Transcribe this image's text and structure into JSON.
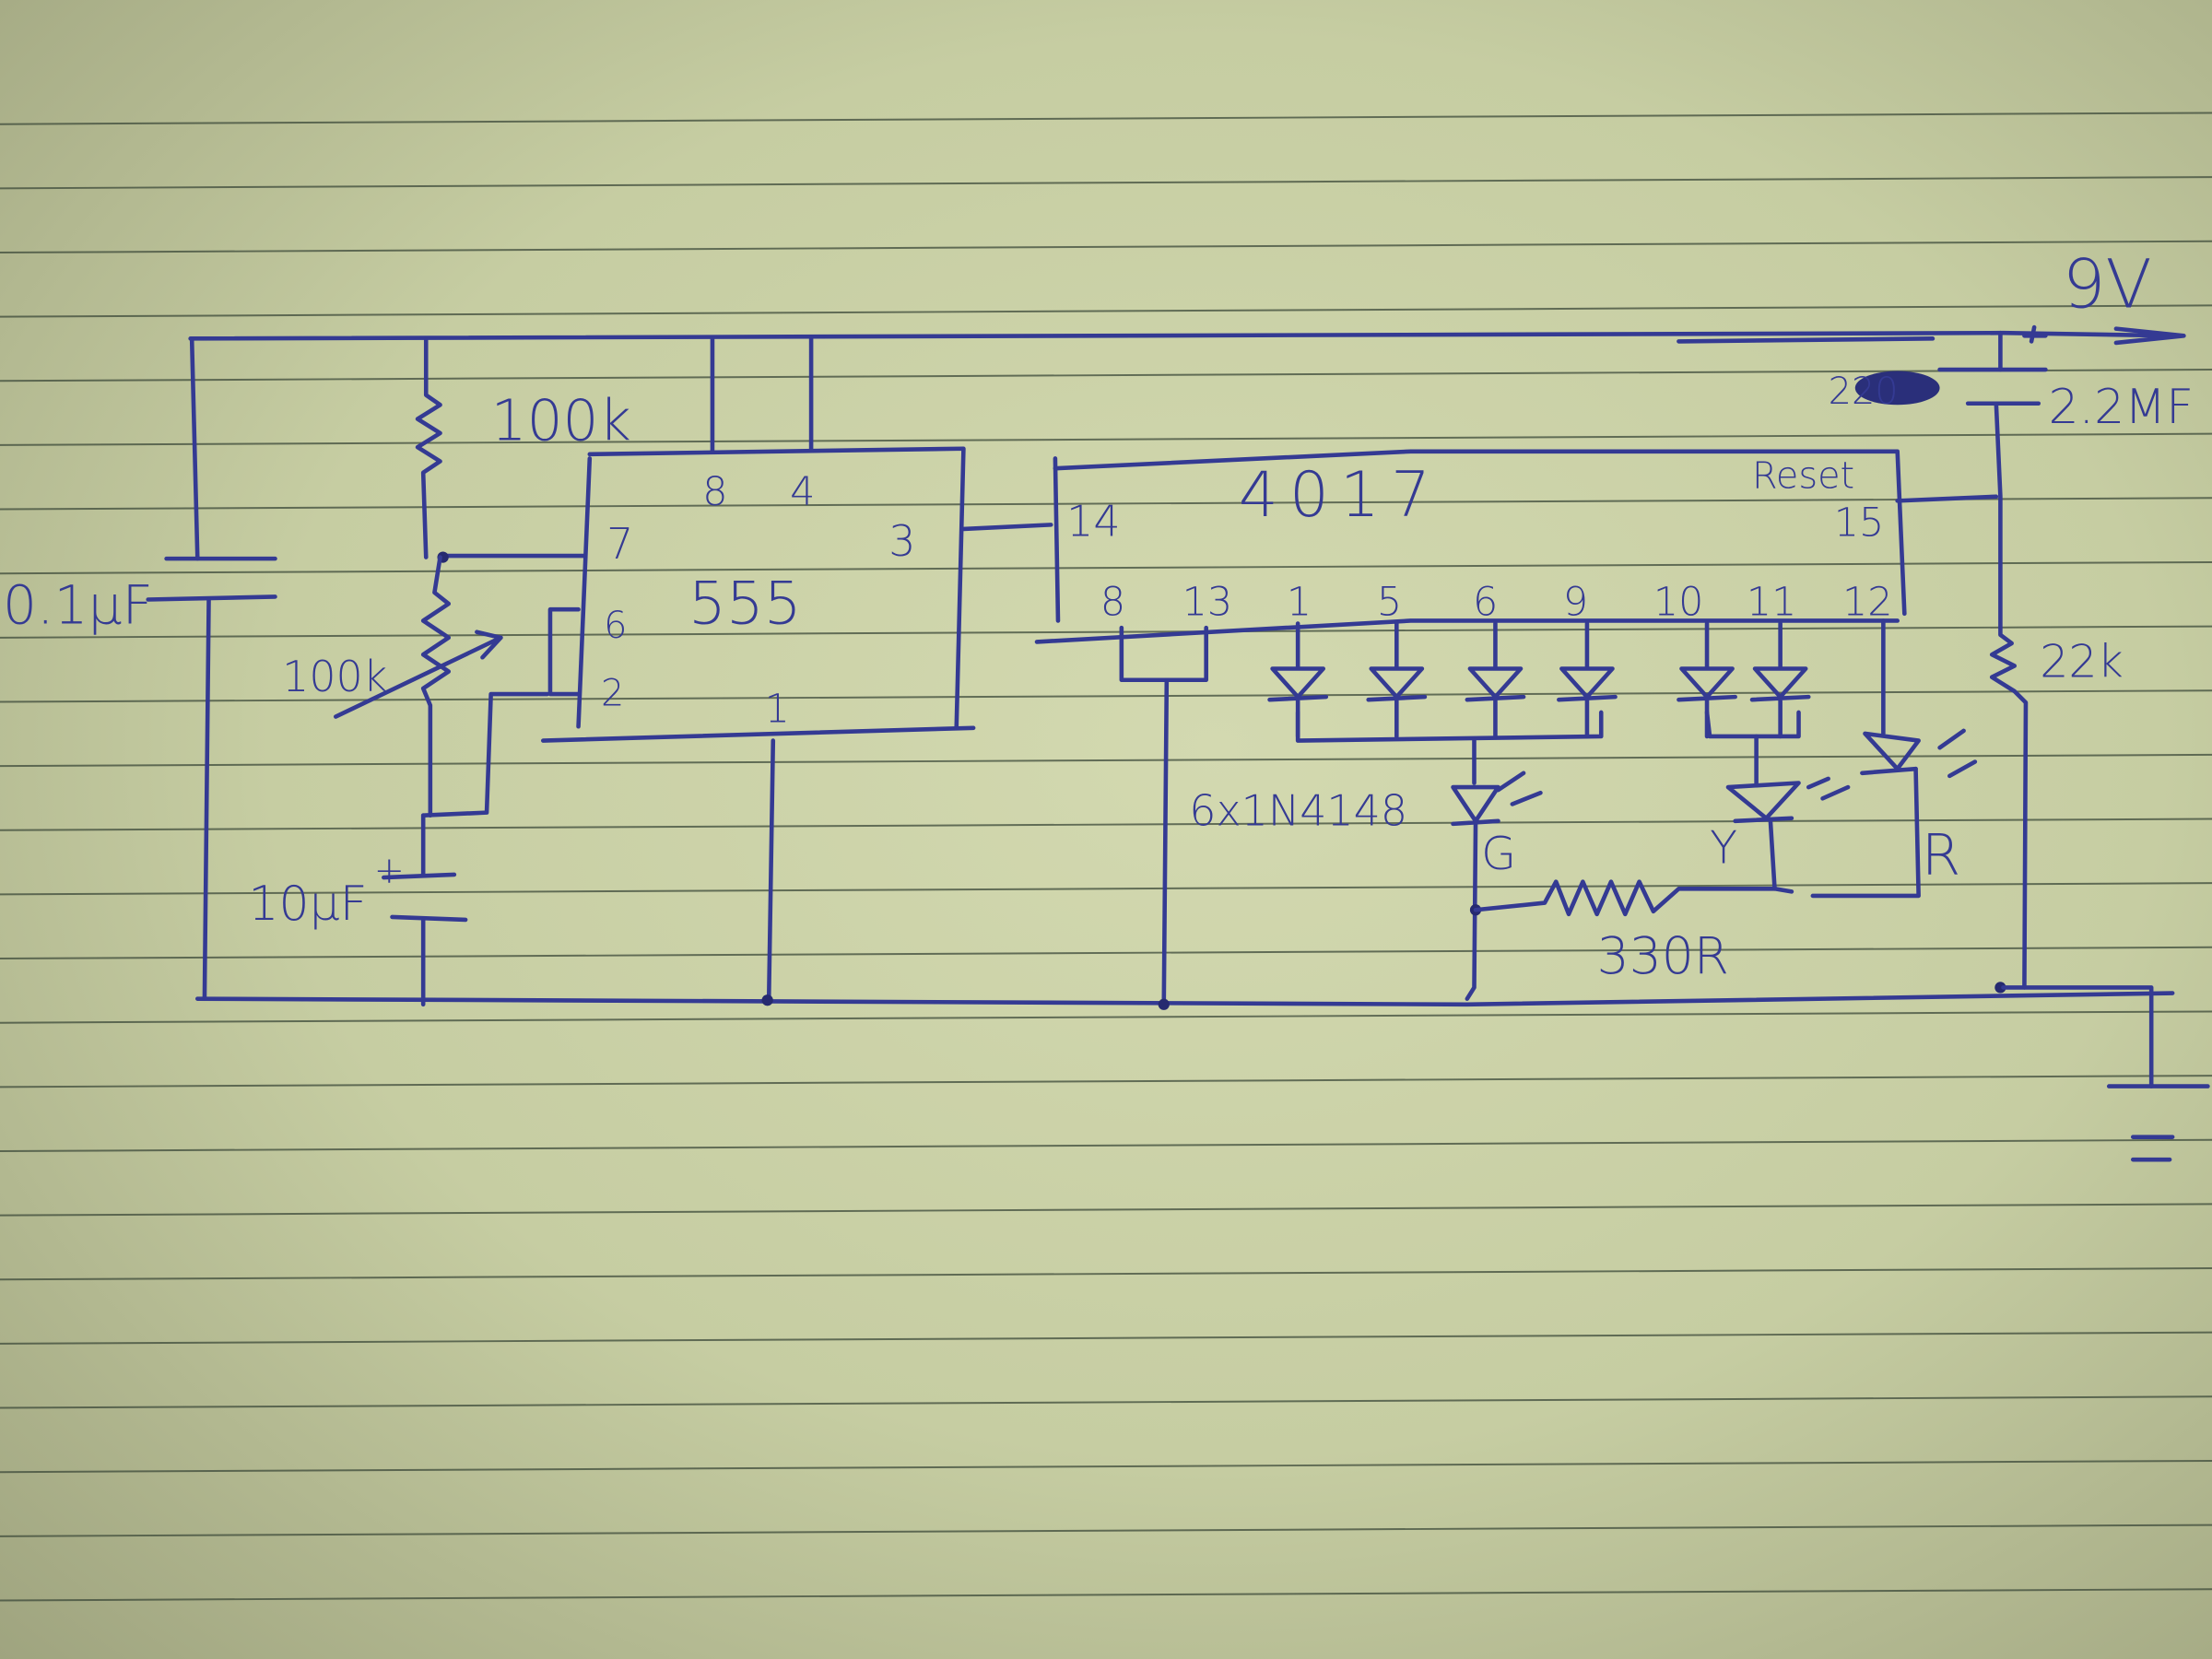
{
  "supply": {
    "voltage": "9V",
    "cap_value": "2.2MF",
    "scribbled_label": "220"
  },
  "timer": {
    "chip": "555",
    "pins": {
      "vcc": "8",
      "reset": "4",
      "discharge": "7",
      "threshold": "6",
      "trigger": "2",
      "ground": "1",
      "output": "3"
    },
    "r1": "100k",
    "pot": "100k",
    "c_timing": "10µF",
    "c_decouple": "0.1µF"
  },
  "counter": {
    "chip": "4017",
    "clock_pin": "14",
    "reset_label": "Reset",
    "reset_pin": "15",
    "bottom_pins": [
      "8",
      "13",
      "1",
      "5",
      "6",
      "9",
      "10",
      "11",
      "12"
    ],
    "r_reset": "22k"
  },
  "outputs": {
    "diodes": "6x1N4148",
    "led_green": "G",
    "led_yellow": "Y",
    "led_red": "R",
    "resistor": "330R"
  },
  "colors": {
    "ink": "#343a93",
    "paper": "#c9d0a6"
  }
}
